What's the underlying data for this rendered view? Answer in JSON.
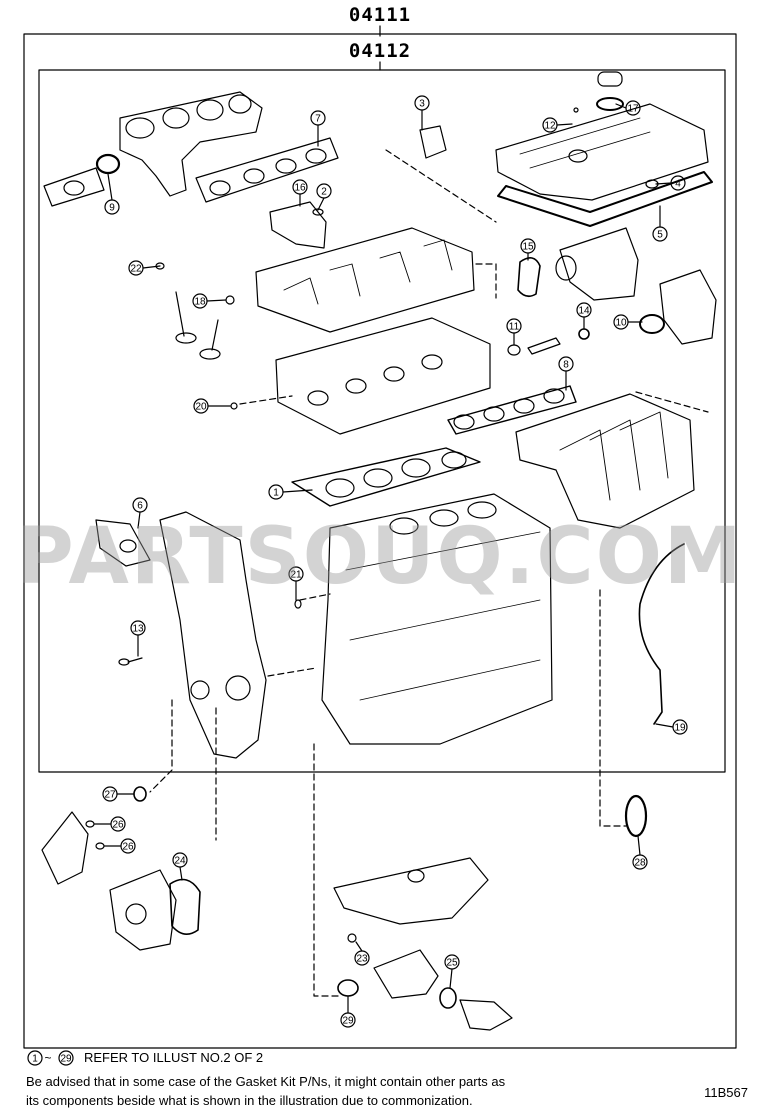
{
  "header": {
    "outer_code": "04111",
    "inner_code": "04112"
  },
  "watermark": "PARTSOUQ.COM",
  "callouts": [
    {
      "id": "1",
      "label": "1"
    },
    {
      "id": "2",
      "label": "2"
    },
    {
      "id": "3",
      "label": "3"
    },
    {
      "id": "4",
      "label": "4"
    },
    {
      "id": "5",
      "label": "5"
    },
    {
      "id": "6",
      "label": "6"
    },
    {
      "id": "7",
      "label": "7"
    },
    {
      "id": "8",
      "label": "8"
    },
    {
      "id": "9",
      "label": "9"
    },
    {
      "id": "10",
      "label": "10"
    },
    {
      "id": "11",
      "label": "11"
    },
    {
      "id": "12",
      "label": "12"
    },
    {
      "id": "13",
      "label": "13"
    },
    {
      "id": "14",
      "label": "14"
    },
    {
      "id": "15",
      "label": "15"
    },
    {
      "id": "16",
      "label": "16"
    },
    {
      "id": "17",
      "label": "17"
    },
    {
      "id": "18",
      "label": "18"
    },
    {
      "id": "19",
      "label": "19"
    },
    {
      "id": "20",
      "label": "20"
    },
    {
      "id": "21",
      "label": "21"
    },
    {
      "id": "22",
      "label": "22"
    },
    {
      "id": "23",
      "label": "23"
    },
    {
      "id": "24",
      "label": "24"
    },
    {
      "id": "25",
      "label": "25"
    },
    {
      "id": "26a",
      "label": "26"
    },
    {
      "id": "26b",
      "label": "26"
    },
    {
      "id": "27",
      "label": "27"
    },
    {
      "id": "28",
      "label": "28"
    },
    {
      "id": "29",
      "label": "29"
    }
  ],
  "footer": {
    "refer_start": "1",
    "refer_end": "29",
    "refer_text": "REFER TO ILLUST NO.2 OF 2",
    "note_line1": "Be advised that in some case of the Gasket Kit P/Ns,  it might contain other parts as",
    "note_line2": "its components beside what is shown in the illustration due to commonization.",
    "illustration_code": "11B567"
  }
}
